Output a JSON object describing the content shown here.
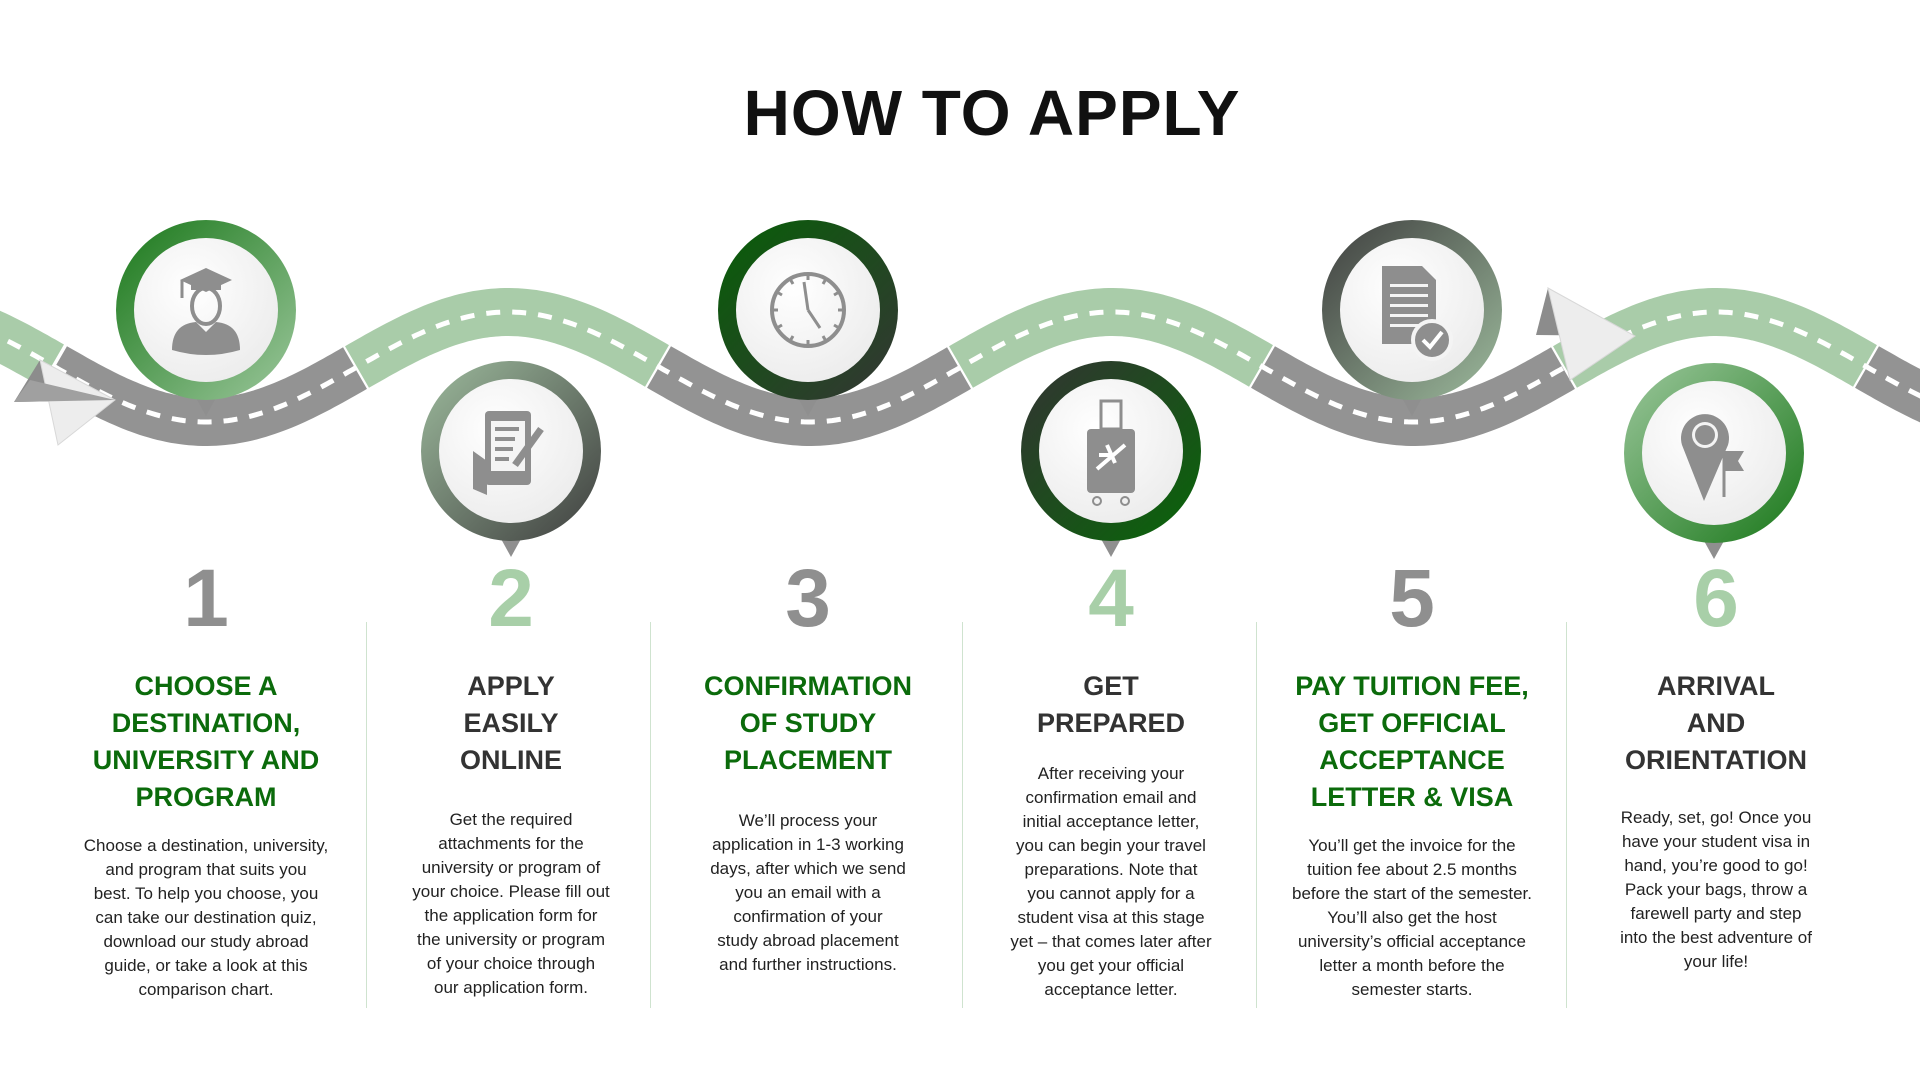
{
  "title": "HOW TO APPLY",
  "colors": {
    "green_dark": "#0b6b0b",
    "heading_dark": "#333333",
    "number_gray": "#8f8f8f",
    "number_green": "#a8cfa8",
    "road_gray": "#939393",
    "road_green": "#a9cca9",
    "icon_gray": "#8e8e8e"
  },
  "steps": [
    {
      "number": "1",
      "icon": "graduate-icon",
      "heading": [
        "CHOOSE A",
        "DESTINATION,",
        "UNIVERSITY AND",
        "PROGRAM"
      ],
      "body": [
        "Choose a destination, university,",
        "and program that suits you",
        "best. To help you choose, you",
        "can take our destination quiz,",
        "download our study abroad",
        "guide, or take a look at this",
        "comparison chart."
      ]
    },
    {
      "number": "2",
      "icon": "online-form-icon",
      "heading": [
        "APPLY",
        "EASILY",
        "ONLINE"
      ],
      "body": [
        "Get the required",
        "attachments for the",
        "university or program of",
        "your choice. Please fill out",
        "the application form for",
        "the university or program",
        "of your choice through",
        "our application form."
      ]
    },
    {
      "number": "3",
      "icon": "clock-icon",
      "heading": [
        "CONFIRMATION",
        "OF STUDY",
        "PLACEMENT"
      ],
      "body": [
        "We’ll process your",
        "application in 1-3 working",
        "days, after which we send",
        "you an email with a",
        "confirmation of your",
        "study abroad placement",
        "and further instructions."
      ]
    },
    {
      "number": "4",
      "icon": "suitcase-icon",
      "heading": [
        "GET",
        "PREPARED"
      ],
      "body": [
        "After receiving your",
        "confirmation email and",
        "initial acceptance letter,",
        "you can begin your travel",
        "preparations. Note that",
        "you cannot apply for a",
        "student visa at this stage",
        "yet – that comes later after",
        "you get your official",
        "acceptance letter."
      ]
    },
    {
      "number": "5",
      "icon": "document-check-icon",
      "heading": [
        "PAY TUITION FEE,",
        "GET OFFICIAL",
        "ACCEPTANCE",
        "LETTER & VISA"
      ],
      "body": [
        "You’ll get the invoice for the",
        "tuition fee about 2.5 months",
        "before the start of the semester.",
        "You’ll also get the host",
        "university’s official acceptance",
        "letter a month before the",
        "semester starts."
      ]
    },
    {
      "number": "6",
      "icon": "location-flag-icon",
      "heading": [
        "ARRIVAL",
        "AND",
        "ORIENTATION"
      ],
      "body": [
        "Ready, set, go! Once you",
        "have your student visa in",
        "hand, you’re good to go!",
        "Pack your bags, throw a",
        "farewell party and step",
        "into the best adventure of",
        "your life!"
      ]
    }
  ]
}
